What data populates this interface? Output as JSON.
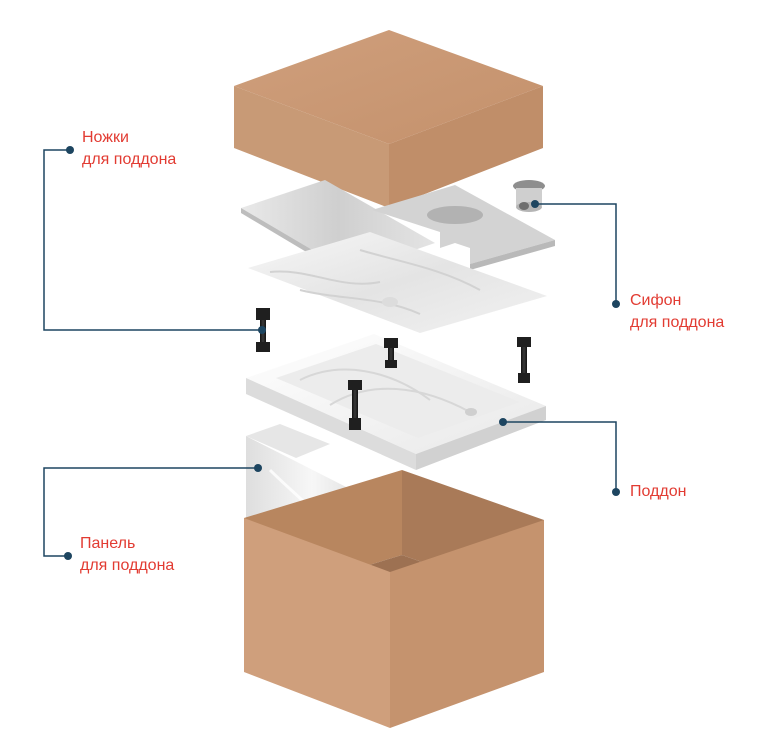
{
  "colors": {
    "label_text": "#e23b32",
    "leader_line": "#1d4560",
    "cardboard_top": "#c79873",
    "cardboard_side": "#cc9b78",
    "cardboard_dark": "#a97a58",
    "cardboard_inner": "#9d7152",
    "white_part": "#f4f4f4",
    "gray_part": "#d9d9d9",
    "legs": "#1f1f1f"
  },
  "labels": {
    "legs": {
      "line1": "Ножки",
      "line2": "для поддона"
    },
    "siphon": {
      "line1": "Сифон",
      "line2": "для поддона"
    },
    "tray": {
      "line1": "Поддон"
    },
    "panel": {
      "line1": "Панель",
      "line2": "для поддона"
    }
  }
}
